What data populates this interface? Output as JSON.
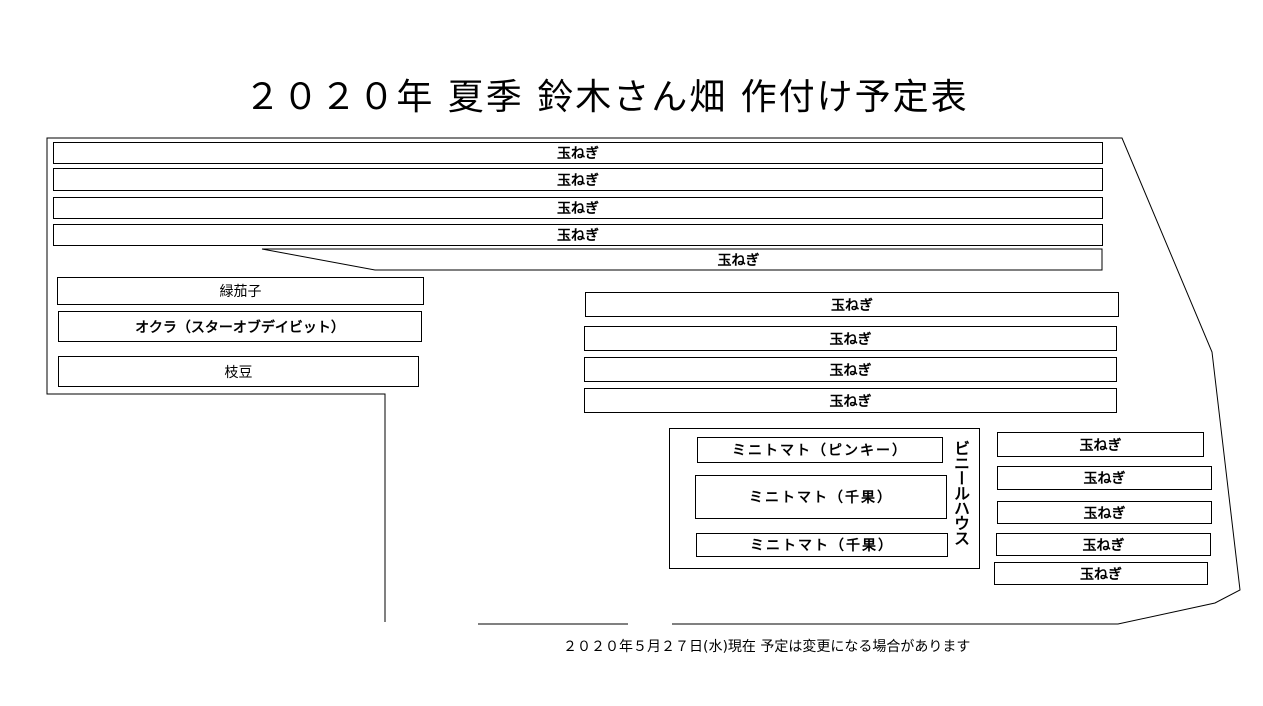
{
  "title": "２０２０年 夏季 鈴木さん畑 作付け予定表",
  "plots_top": [
    "玉ねぎ",
    "玉ねぎ",
    "玉ねぎ",
    "玉ねぎ",
    "玉ねぎ"
  ],
  "plots_left": [
    "緑茄子",
    "オクラ（スターオブデイビット）",
    "枝豆"
  ],
  "plots_mid": [
    "玉ねぎ",
    "玉ねぎ",
    "玉ねぎ",
    "玉ねぎ"
  ],
  "greenhouse": {
    "label": "ビニールハウス",
    "plots": [
      "ミニトマト（ピンキー）",
      "ミニトマト（千果）",
      "ミニトマト（千果）"
    ]
  },
  "plots_right": [
    "玉ねぎ",
    "玉ねぎ",
    "玉ねぎ",
    "玉ねぎ",
    "玉ねぎ"
  ],
  "footer": "２０２０年５月２７日(水)現在  予定は変更になる場合があります"
}
